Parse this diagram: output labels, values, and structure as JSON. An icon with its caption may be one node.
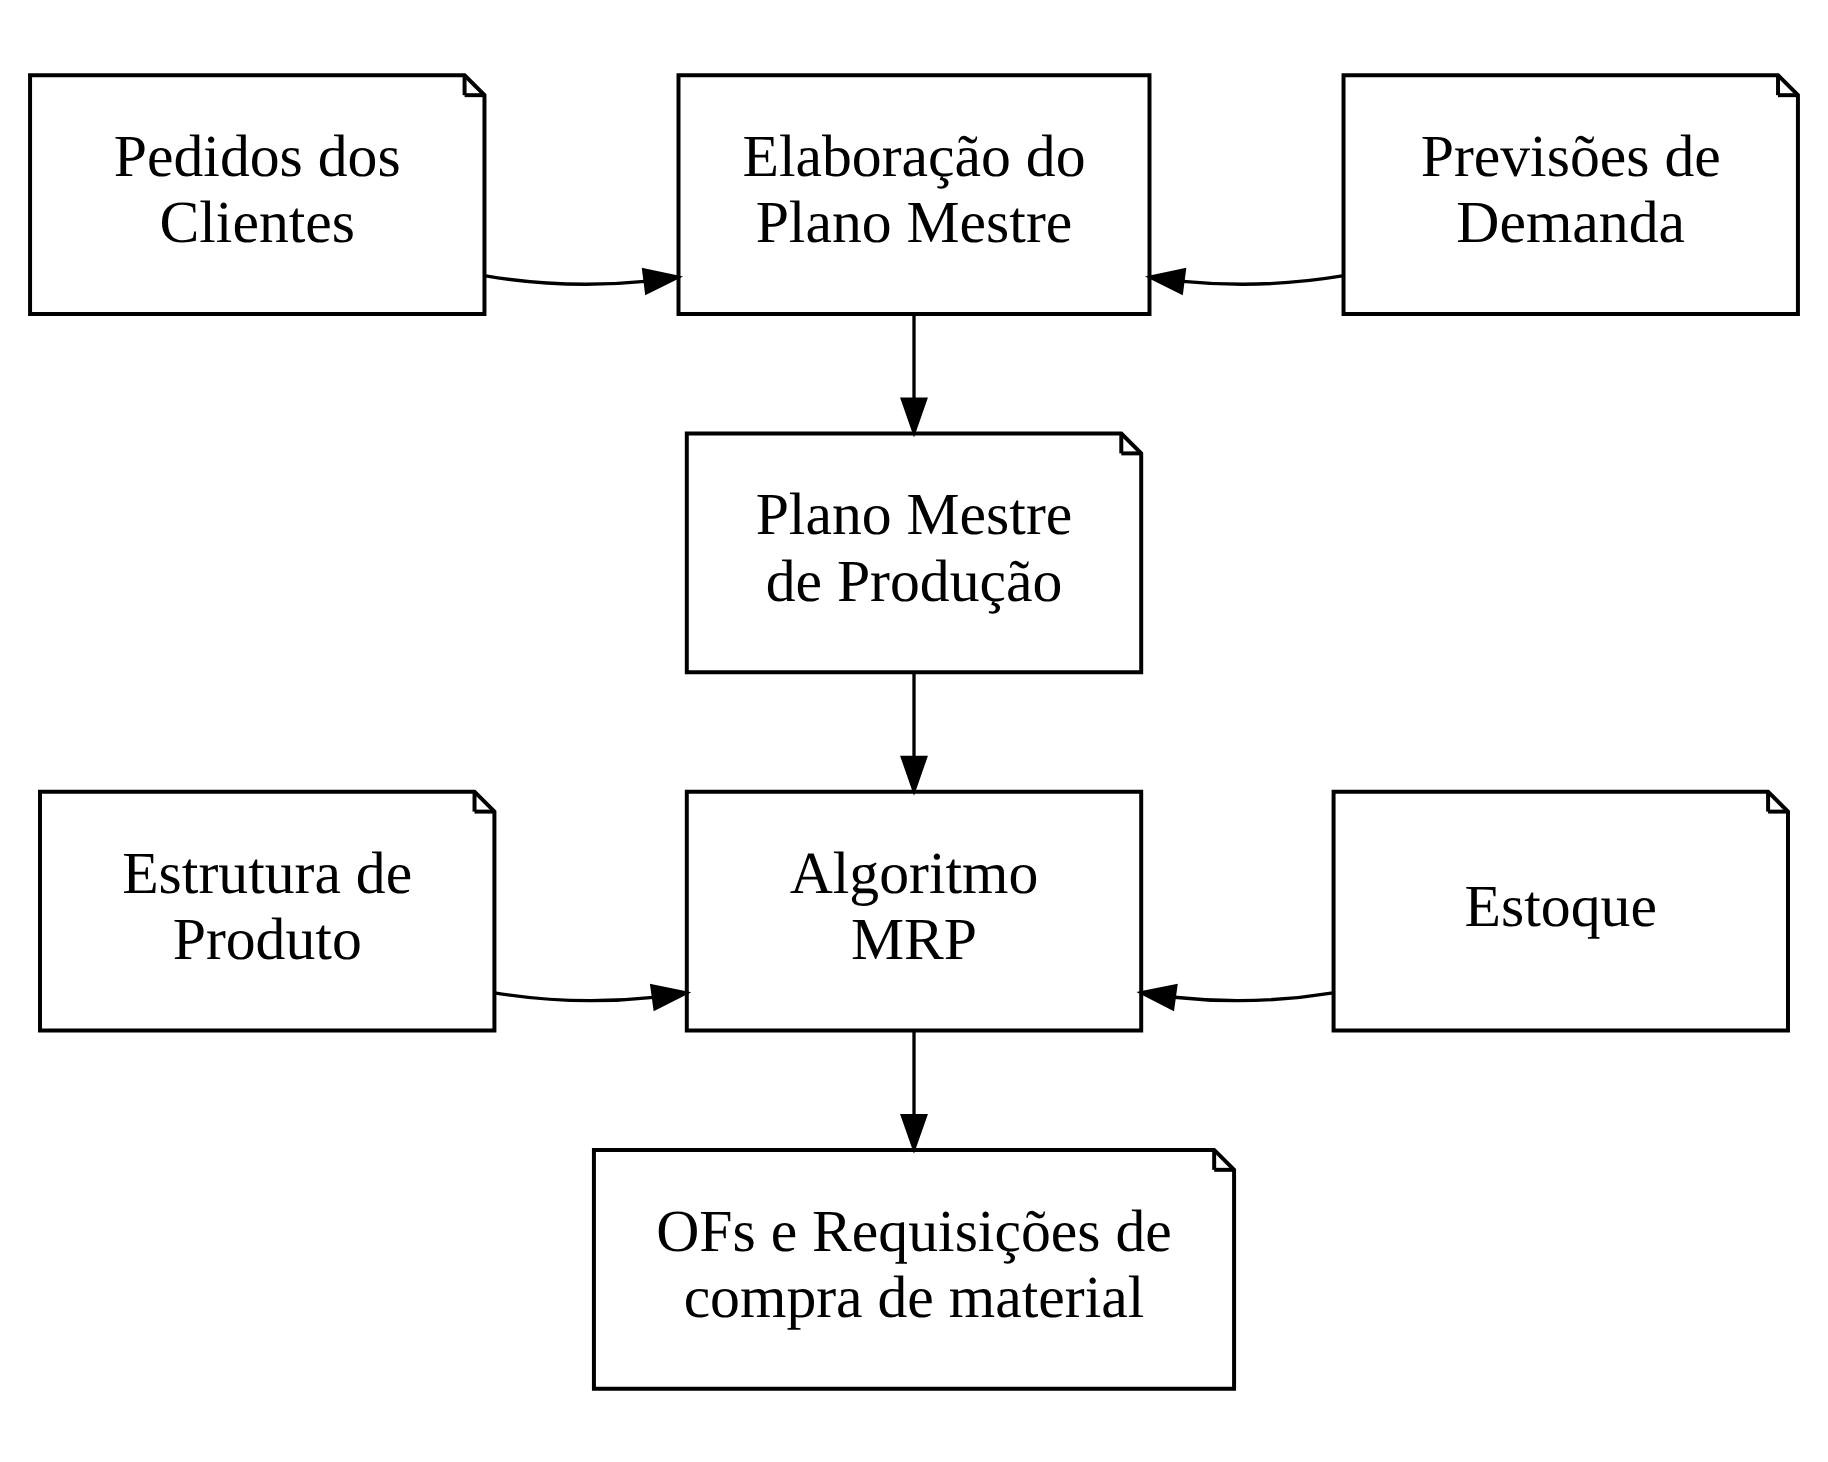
{
  "diagram": {
    "nodes": [
      {
        "text": [
          "Pedidos dos Clientes"
        ]
      },
      {
        "text": [
          "Elaboração do Plano Mestre"
        ]
      },
      {
        "text": [
          "Previsões de Demanda"
        ]
      },
      {
        "text": [
          "Plano Mestre de Produção"
        ]
      },
      {
        "text": [
          "Estrutura de Produto"
        ]
      },
      {
        "text": [
          "Algoritmo MRP"
        ]
      },
      {
        "text": [
          "Estoque"
        ]
      },
      {
        "text": [
          "OFs e Requisições de compra de material"
        ]
      }
    ],
    "edges": [
      {
        "from": 0,
        "to": 1,
        "arrow": "to"
      },
      {
        "from": 2,
        "to": 1,
        "arrow": "to"
      },
      {
        "from": 1,
        "to": 3,
        "arrow": "to"
      },
      {
        "from": 3,
        "to": 5,
        "arrow": "to"
      },
      {
        "from": 4,
        "to": 5,
        "arrow": "to"
      },
      {
        "from": 6,
        "to": 5,
        "arrow": "to"
      },
      {
        "from": 5,
        "to": 7,
        "arrow": "to"
      }
    ]
  }
}
